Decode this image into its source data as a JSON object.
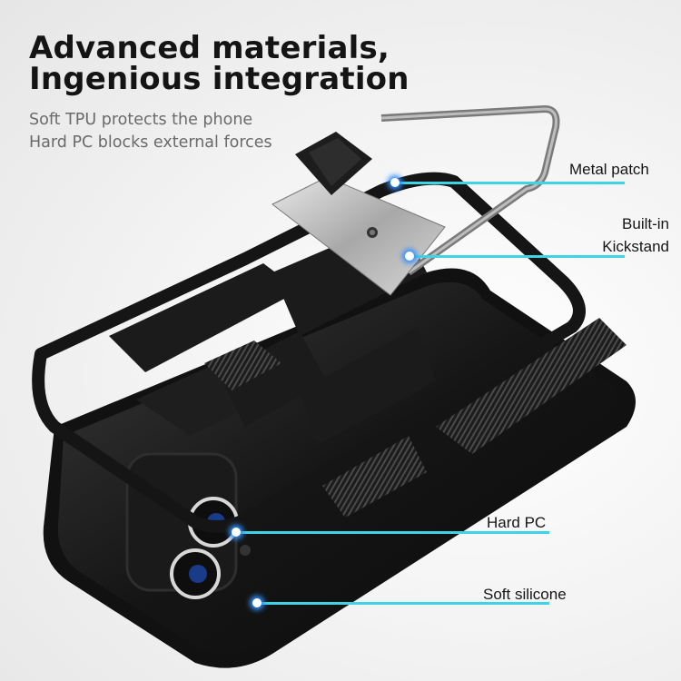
{
  "headline": {
    "line1": "Advanced materials,",
    "line2": "Ingenious integration"
  },
  "subtitle": {
    "line1": "Soft TPU protects the phone",
    "line2": "Hard PC blocks external forces"
  },
  "callouts": [
    {
      "label": "Metal patch",
      "label_lines": [
        "Metal patch"
      ]
    },
    {
      "label": "Built-in Kickstand",
      "label_lines": [
        "Built-in",
        "Kickstand"
      ]
    },
    {
      "label": "Hard PC",
      "label_lines": [
        "Hard PC"
      ]
    },
    {
      "label": "Soft silicone",
      "label_lines": [
        "Soft silicone"
      ]
    }
  ],
  "product": {
    "description": "black rugged phone case with metal ring kickstand and magnetic metal patch",
    "colors": {
      "case": "#1a1a1a",
      "ring": "#8a8a8a",
      "patch_silver": "#c9c9c9",
      "callout_line": "#3fd3e6",
      "callout_glow": "#2f8fff"
    }
  }
}
